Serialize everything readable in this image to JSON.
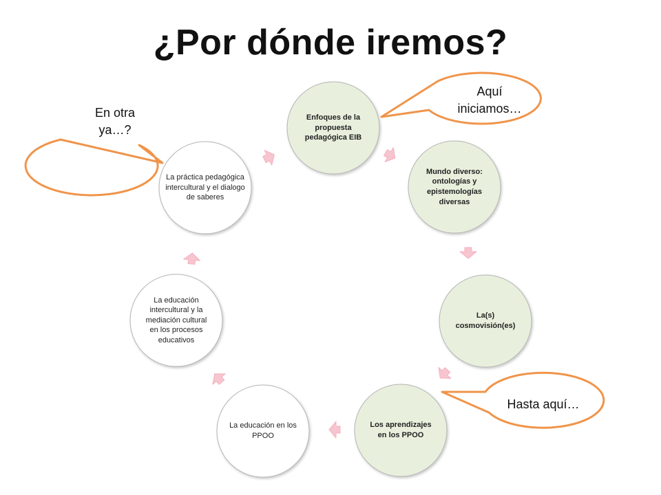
{
  "title": "¿Por dónde iremos?",
  "nodes": [
    {
      "text": "Enfoques de la propuesta pedagógica  EIB",
      "style": "green-bold"
    },
    {
      "text": "Mundo diverso: ontologías y epistemologías diversas",
      "style": "green-bold"
    },
    {
      "text": "La(s) cosmovisión(es)",
      "style": "green-bold"
    },
    {
      "text": "Los aprendizajes en los PPOO",
      "style": "green-bold"
    },
    {
      "text": "La educación en los PPOO",
      "style": "white"
    },
    {
      "text": "La educación intercultural y la mediación cultural en los procesos educativos",
      "style": "white"
    },
    {
      "text": "La práctica pedagógica intercultural y el dialogo de saberes",
      "style": "white"
    }
  ],
  "callouts": [
    {
      "text": "Aquí iniciamos…"
    },
    {
      "text": "En otra ya…?"
    },
    {
      "text": "Hasta aquí…"
    }
  ],
  "colors": {
    "green_fill": "#e8f0dd",
    "white_fill": "#ffffff",
    "node_stroke": "#b4b4b4",
    "arrow_fill": "#f7c5cf",
    "arrow_stroke": "#f4b1bf",
    "callout_stroke": "#f0944a"
  }
}
